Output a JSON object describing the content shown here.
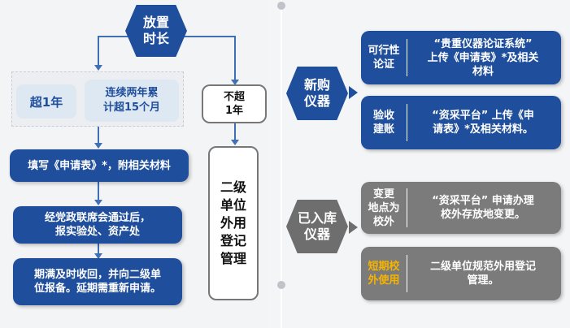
{
  "left": {
    "top_hex": "放置\n时长",
    "box_over1year": "超1年",
    "box_consecutive": "连续两年累\n计超15个月",
    "box_not_over": "不超\n1年",
    "step1": "填写《申请表》*，附相关材料",
    "step2": "经党政联席会通过后，\n报实验处、资产处",
    "step3": "期满及时收回，并向二级单\n位报备。延期需重新申请。",
    "registration": "二级\n单位\n外用\n登记\n管理"
  },
  "right": {
    "new_hex": "新购\n仪器",
    "stocked_hex": "已入库\n仪器",
    "rows": [
      {
        "label": "可行性\n论证",
        "text": "“贵重仪器论证系统”\n上传《申请表》*及相关\n材料"
      },
      {
        "label": "验收\n建账",
        "text": "“资采平台” 上传《申\n请表》*及相关材料。"
      },
      {
        "label": "变更\n地点为\n校外",
        "text": "“资采平台” 申请办理\n校外存放地变更。"
      },
      {
        "label": "短期校\n外使用",
        "text": "二级单位规范外用登记\n管理。"
      }
    ]
  },
  "colors": {
    "blue": "#1f4e9c",
    "gray": "#7b7b7b",
    "pale": "#dde8f3",
    "highlight": "#f6b400"
  }
}
